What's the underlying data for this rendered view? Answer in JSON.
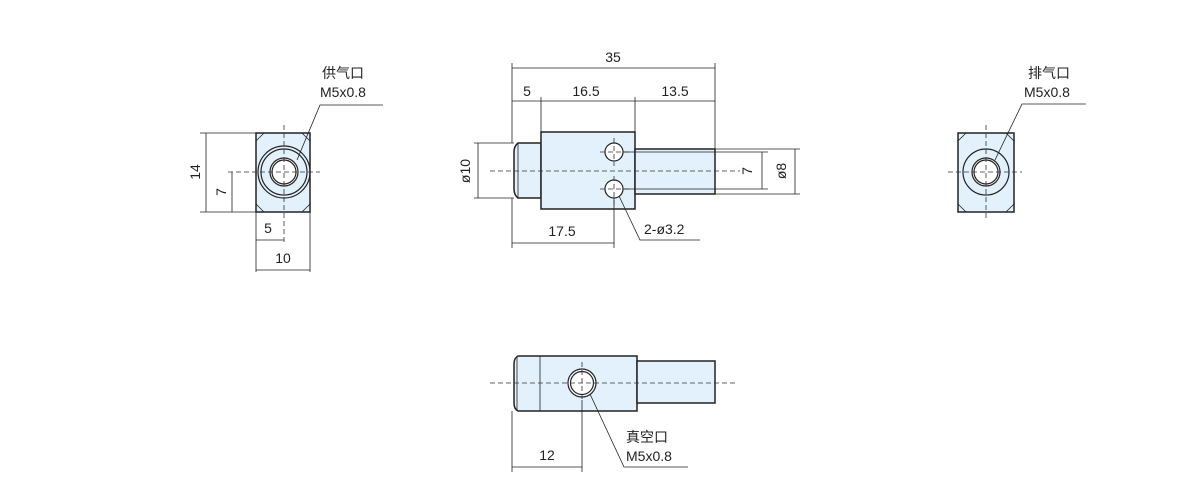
{
  "left_view": {
    "port_label": "供气口",
    "port_thread": "M5x0.8",
    "dim_height": "14",
    "dim_center_height": "7",
    "dim_center_width": "5",
    "dim_width": "10"
  },
  "front_view": {
    "dim_total_length": "35",
    "dim_nub_length": "5",
    "dim_body_length": "16.5",
    "dim_rod_length": "13.5",
    "dim_nub_diameter": "ø10",
    "dim_hole_spacing": "7",
    "dim_rod_diameter": "ø8",
    "dim_hole_position": "17.5",
    "hole_callout": "2-ø3.2"
  },
  "right_view": {
    "port_label": "排气口",
    "port_thread": "M5x0.8"
  },
  "bottom_view": {
    "port_label": "真空口",
    "port_thread": "M5x0.8",
    "dim_port_position": "12"
  },
  "colors": {
    "part_fill": "#e2f1fb",
    "line": "#222222"
  }
}
